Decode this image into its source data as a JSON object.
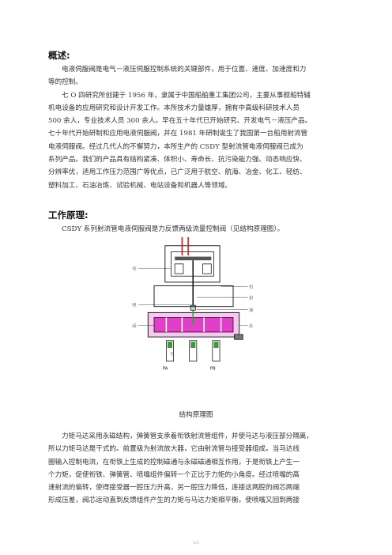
{
  "sections": {
    "overview_title": "概述:",
    "overview_lines": [
      "电液伺服阀是电气－液压伺服控制系统的关键部件，用于位置、速度、加速度和力",
      "等的控制。",
      "七 O 四研究所创建于 1956 年，隶属于中国船舶重工集团公司，主要从事舰船特辅",
      "机电设备的应用研究和设计开发工作。本所技术力量雄厚，拥有中高级科研技术人员",
      "500 余人，专业技术人员 300 余人。早在五十年代已开始研究、开发电气－液压产品。",
      "七十年代开始研制和应用电液伺服阀，并在 1981 年研制诞生了我国第一台船用射流管",
      "电液伺服阀。经过几代人的不懈努力，本所生产的 CSDY 型射流管电液伺服阀已成为",
      "系列产品。我们的产品具有结构紧凑、体积小、寿命长、抗污染能力强、动态响应快、",
      "分辨率优，适用工作压力范围广等优点，已广泛用于航空、航海、冶金、化工、轻纺、",
      "塑料加工、石油冶炼、试验机械、电站设备和机器人等领域。"
    ],
    "principle_title": "工作原理:",
    "principle_intro": "CSDY 系列射流管电液伺服阀是力反馈两级流量控制阀（见结构原理图）。",
    "diagram_labels": {
      "left_top": "衔",
      "left_mid": "喷",
      "left_low": "阀",
      "right_1": "衔",
      "right_2": "射",
      "right_3": "接",
      "right_4": "反",
      "bottom_small": "节",
      "bottom_pa": "PA",
      "bottom_pb": "PB"
    },
    "caption": "结构原理图",
    "body_lines": [
      "力矩马达采用永磁结构，弹簧管支承着衔铁射流管组件，并使马达与液压部分隔离，",
      "所以力矩马达是干式的。前置级为射流放大器，它由射流管与接受器组成。当马达线",
      "圈输入控制电流，在衔铁上生成的控制磁通与永磁磁通相互作用，于是衔铁上产生一",
      "个力矩，促使衔铁、弹簧管、喷嘴组件偏转一个正比于力矩的小角度。经过喷嘴的高",
      "速射流的偏转，使得接受器一腔压力升高，另一腔压力降低，连接这两腔的阀芯两端",
      "形成压差，阀芯运动直到反馈组件产生的力矩与马达力矩相平衡，使喷嘴又回到两接"
    ],
    "page_number": "1/3"
  },
  "colors": {
    "magenta": "#e040c8",
    "green": "#3a9a3a",
    "red": "#d01818"
  }
}
